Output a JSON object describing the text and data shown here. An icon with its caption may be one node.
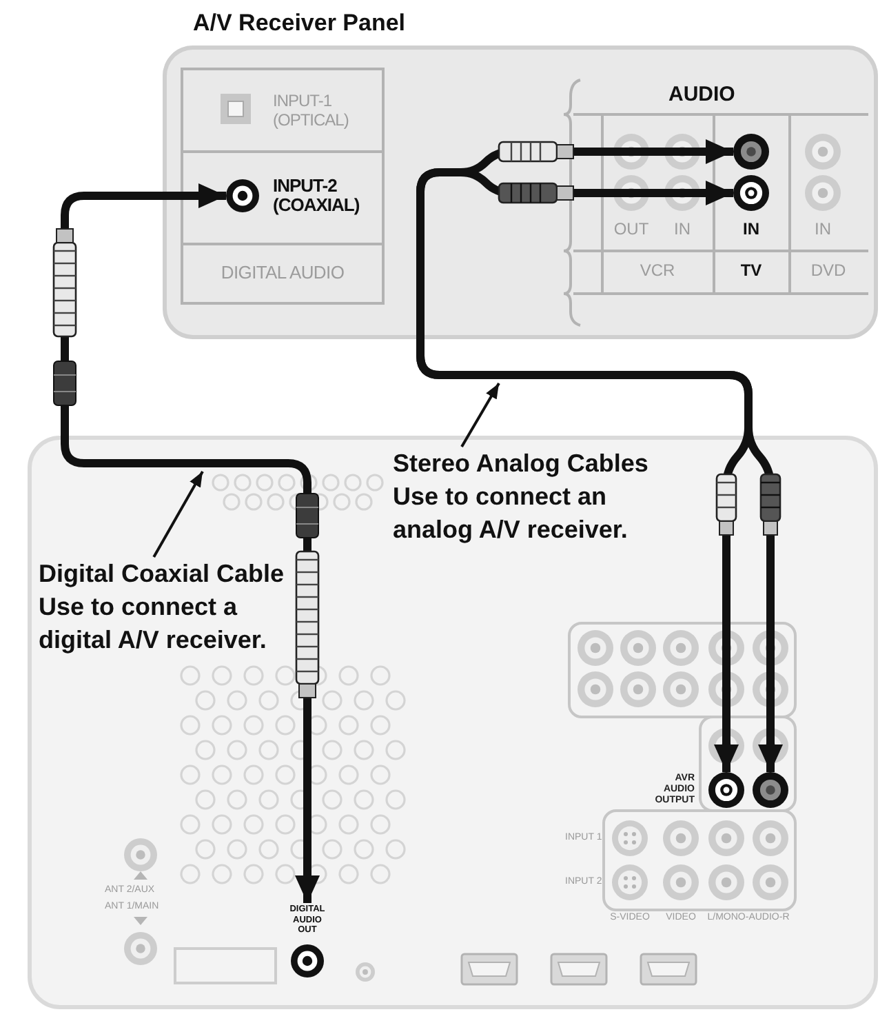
{
  "diagram": {
    "nodes": [
      {
        "text": [
          "A/V Receiver Panel"
        ]
      },
      {
        "text": [],
        "shape": "circle",
        "beside": [
          "INPUT-2 (COAXIAL)"
        ],
        "in": 0
      },
      {
        "text": [],
        "shape": "circle",
        "in": 0
      },
      {
        "text": [],
        "shape": "circle",
        "in": 0
      },
      {
        "text": [],
        "shape": "box"
      },
      {
        "text": [
          "Stereo Analog Cables",
          "Use to connect an analog A/V receiver."
        ],
        "in": 4
      },
      {
        "text": [
          "Digital Coaxial Cable",
          "Use to connect a digital A/V receiver."
        ],
        "in": 4
      },
      {
        "text": [],
        "shape": "circle",
        "in": 4
      },
      {
        "text": [],
        "shape": "circle",
        "in": 4
      },
      {
        "text": [],
        "shape": "circle",
        "in": 4,
        "beside": [
          "DIGITAL AUDIO OUT"
        ]
      }
    ],
    "edges": [
      {
        "from": 9,
        "to": 1,
        "arrow": "both"
      },
      {
        "from": 7,
        "to": 3,
        "arrow": "both"
      },
      {
        "from": 8,
        "to": 2,
        "arrow": "both"
      },
      {
        "from": 5,
        "to": null,
        "arrow": "to"
      },
      {
        "from": 6,
        "to": null,
        "arrow": "to"
      }
    ],
    "labels": [
      "INPUT-1 (OPTICAL)",
      "AUDIO",
      "OUT",
      "IN",
      "IN",
      "IN",
      "DIGITAL AUDIO",
      "VCR",
      "TV",
      "DVD",
      "AVR AUDIO OUTPUT",
      "INPUT 1",
      "INPUT 2",
      "ANT 2/AUX",
      "ANT 1/MAIN",
      "S-VIDEO",
      "VIDEO",
      "L/MONO-AUDIO-R"
    ]
  }
}
